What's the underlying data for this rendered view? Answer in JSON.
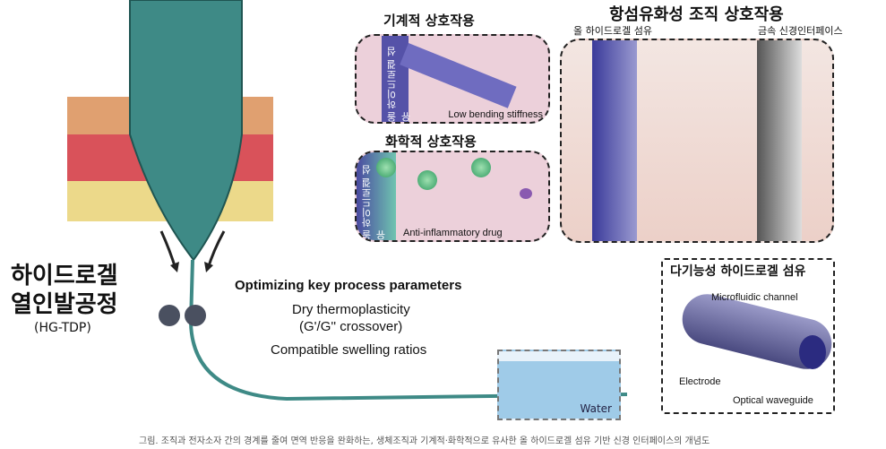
{
  "process": {
    "title_line1": "하이드로겔",
    "title_line2": "열인발공정",
    "abbr": "(HG-TDP)"
  },
  "params": {
    "heading": "Optimizing key process parameters",
    "item1": "Dry thermoplasticity",
    "item2": "(G'/G'' crossover)",
    "item3": "Compatible swelling ratios"
  },
  "water": {
    "label": "Water"
  },
  "mechanical": {
    "title": "기계적 상호작용",
    "fiber_label": "올 하이드로겔 섬유",
    "caption": "Low bending stiffness"
  },
  "chemical": {
    "title": "화학적 상호작용",
    "fiber_label": "올 하이드로겔 섬유",
    "caption": "Anti-inflammatory drug"
  },
  "tissue": {
    "title": "항섬유화성 조직 상호작용",
    "left_label": "올 하이드로겔 섬유",
    "right_label": "금속 신경인터페이스"
  },
  "multifunctional": {
    "title": "다기능성 하이드로겔 섬유",
    "channel": "Microfluidic channel",
    "electrode": "Electrode",
    "waveguide": "Optical waveguide"
  },
  "caption": "그림. 조직과 전자소자 간의 경계를 줄여 면역 반응을 완화하는, 생체조직과 기계적·화학적으로 유사한 올 하이드로겔 섬유 기반 신경 인터페이스의 개념도"
}
